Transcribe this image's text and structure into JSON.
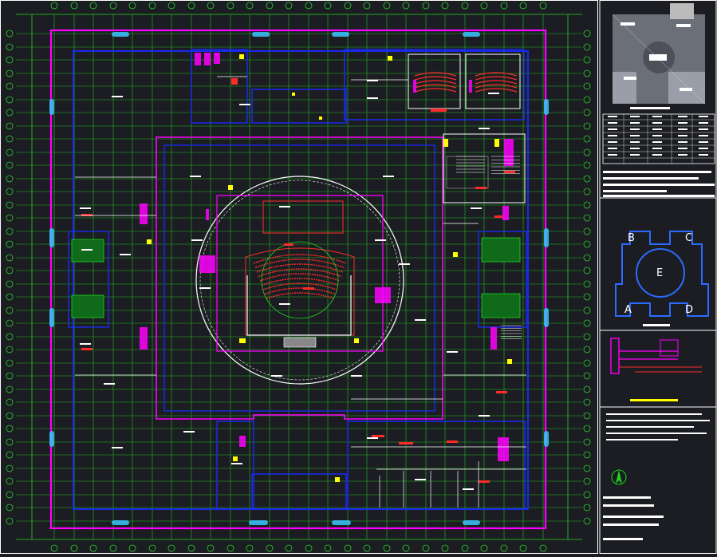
{
  "drawing": {
    "colors": {
      "background": "#1b1d22",
      "grid": "#1fd51f",
      "axis": "#2bd12b",
      "wall": "#ff00ff",
      "outline": "#1a2cff",
      "red": "#ff2a2a",
      "yellow": "#ffff00",
      "cyan": "#39c6ff",
      "white": "#ffffff",
      "frame": "#ffffff"
    },
    "zones": {
      "b": "B",
      "c": "C",
      "e": "E",
      "a": "A",
      "d": "D"
    },
    "north_symbol": "north-arrow"
  }
}
